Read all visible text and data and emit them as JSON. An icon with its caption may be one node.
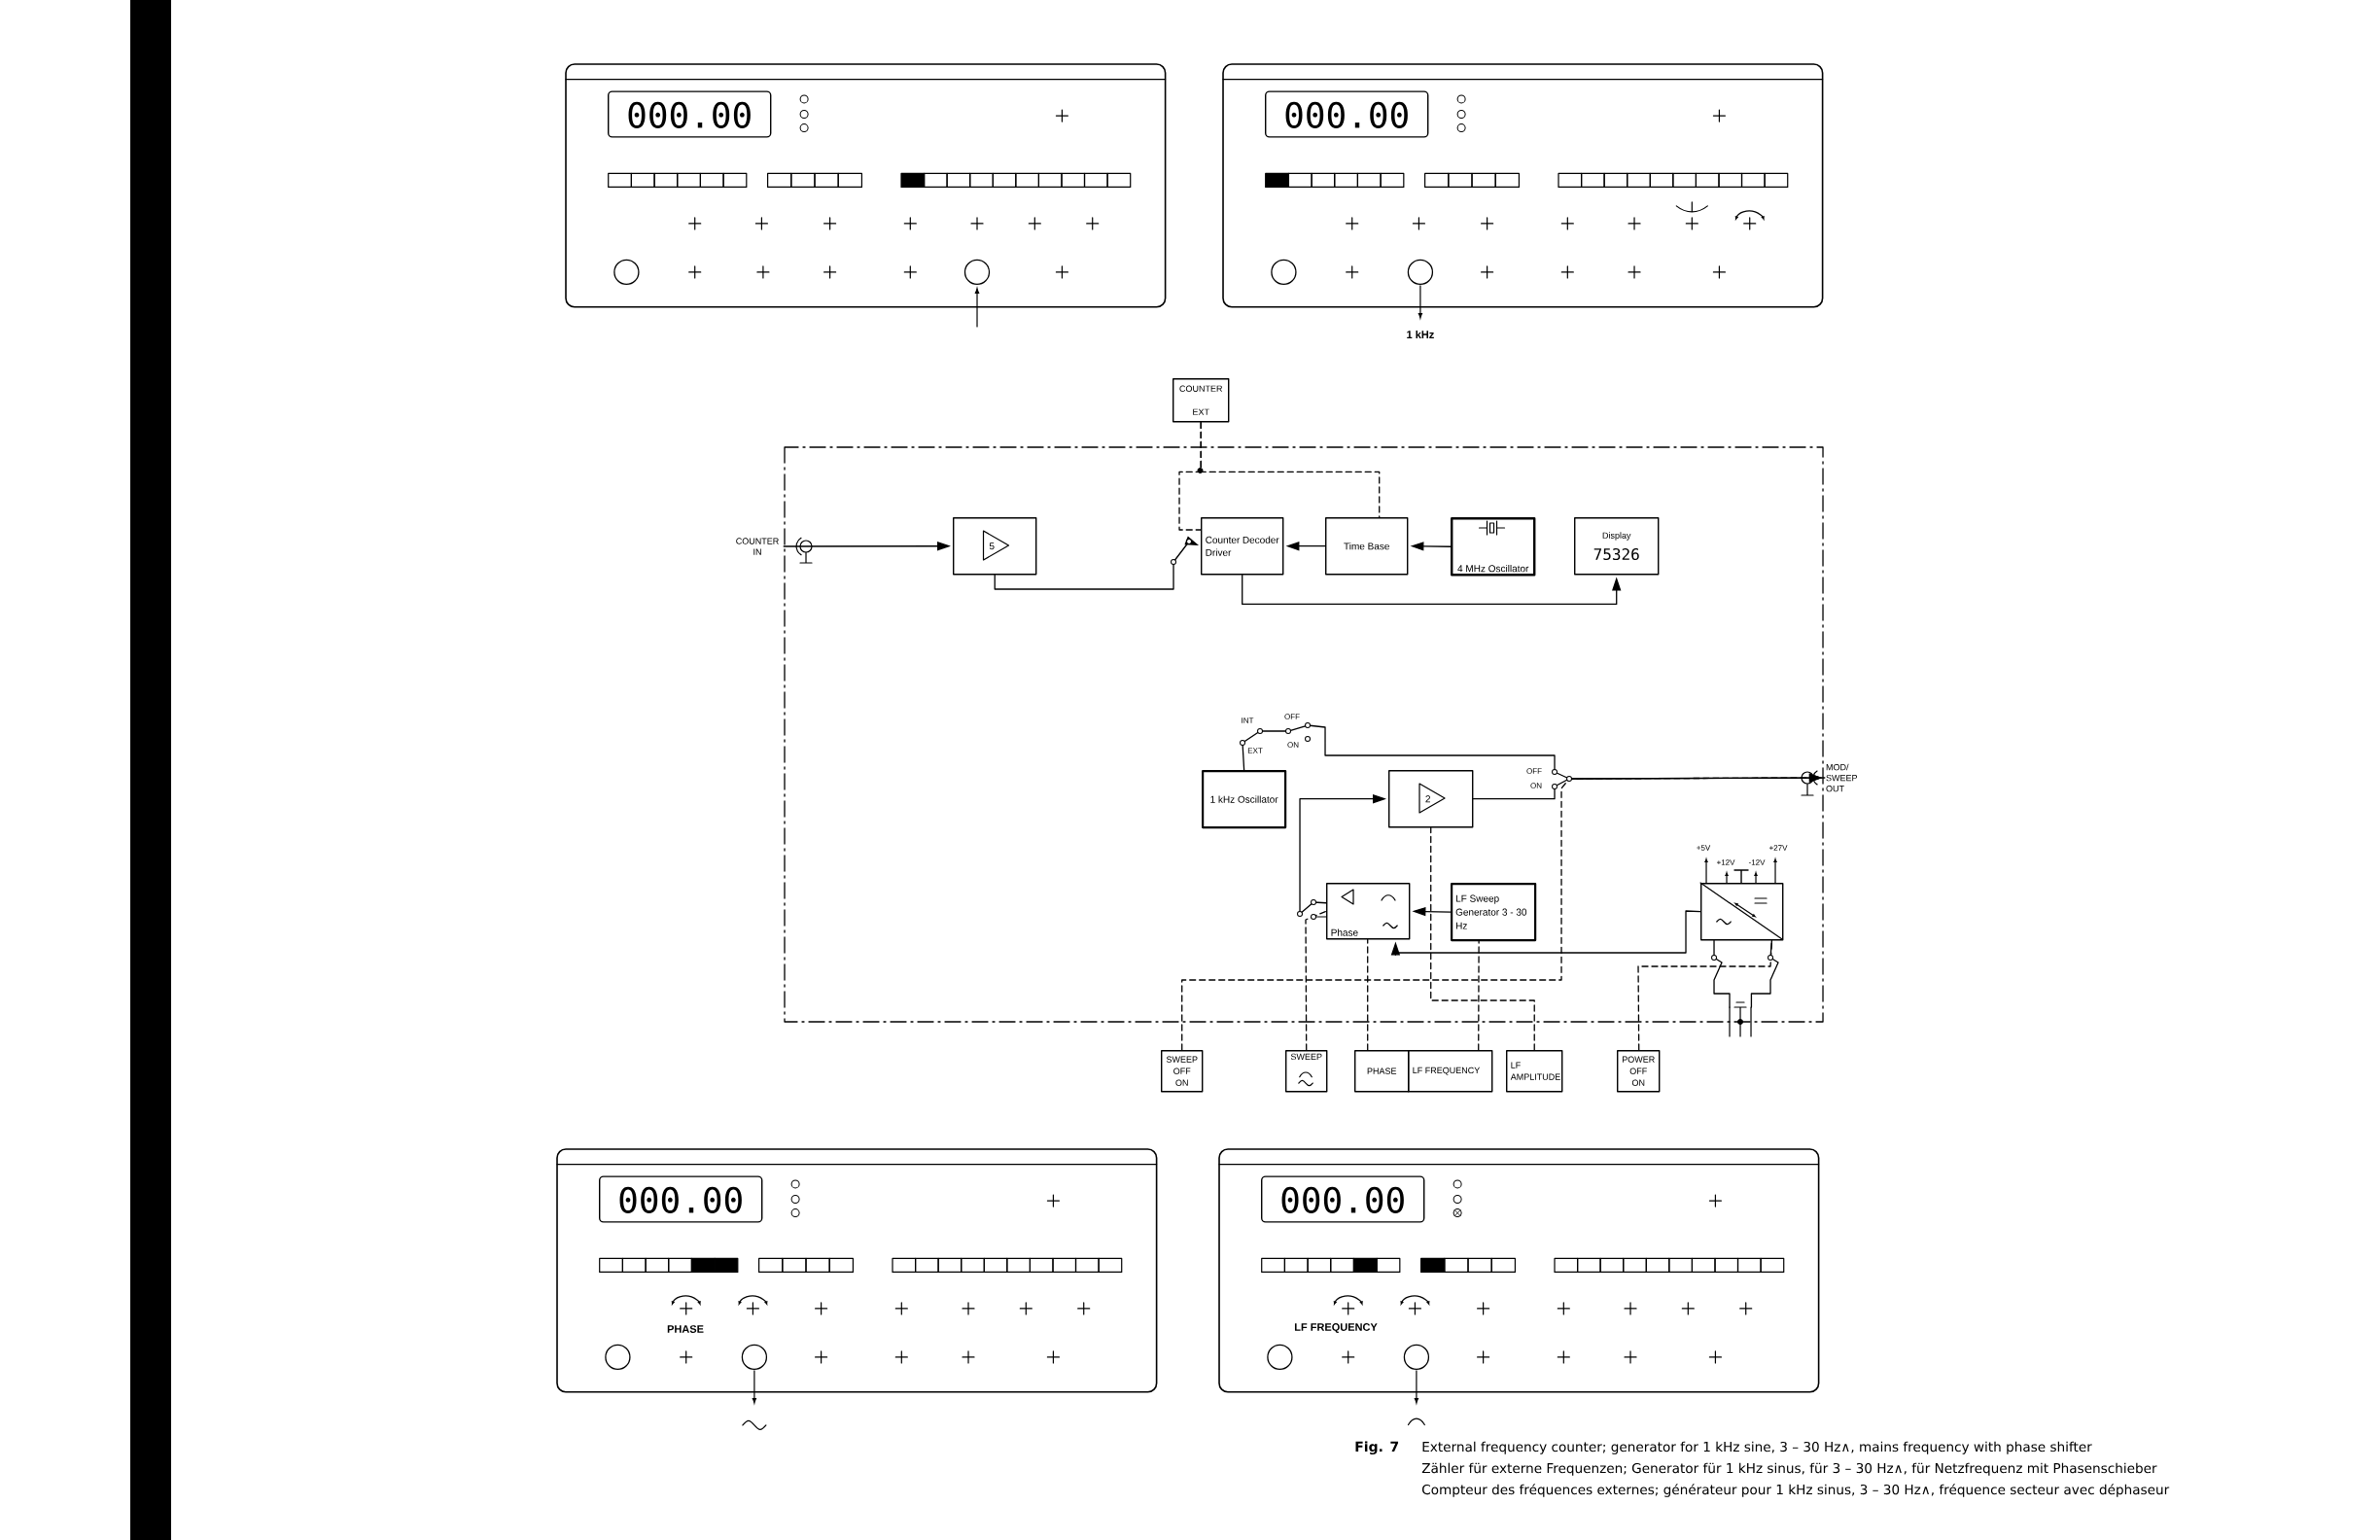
{
  "diagram": {
    "nodes": [
      {
        "text": [
          "COUNTER EXT"
        ]
      },
      {
        "text": [
          "5"
        ]
      },
      {
        "text": [
          "Counter Decoder Driver"
        ]
      },
      {
        "text": [
          "Time Base"
        ]
      },
      {
        "text": [
          "4 MHz Oscillator"
        ]
      },
      {
        "text": [
          "Display",
          "75326"
        ]
      },
      {
        "text": [
          "COUNTER IN"
        ]
      },
      {
        "text": [
          "1 kHz Oscillator"
        ]
      },
      {
        "text": [
          "2"
        ]
      },
      {
        "text": [
          "Phase"
        ]
      },
      {
        "text": [
          "LF Sweep Generator 3 - 30 Hz"
        ]
      },
      {
        "text": [],
        "shape": "box"
      },
      {
        "text": [
          "MOD/ SWEEP OUT"
        ]
      },
      {
        "text": [
          "SWEEP OFF ON"
        ]
      },
      {
        "text": [
          "SWEEP"
        ]
      },
      {
        "text": [
          "PHASE"
        ]
      },
      {
        "text": [
          "LF FREQUENCY"
        ]
      },
      {
        "text": [
          "LF AMPLITUDE"
        ]
      },
      {
        "text": [
          "POWER OFF ON"
        ]
      },
      {
        "text": [],
        "shape": "plug"
      }
    ],
    "edges": [
      {
        "from": 6,
        "to": 1,
        "arrow": "to"
      },
      {
        "from": 1,
        "to": 2,
        "arrow": "to"
      },
      {
        "from": 3,
        "to": 2,
        "arrow": "to"
      },
      {
        "from": 4,
        "to": 3,
        "arrow": "to"
      },
      {
        "from": 2,
        "to": 5,
        "arrow": "to"
      },
      {
        "from": 0,
        "to": 2,
        "arrow": "none",
        "style": "dashed"
      },
      {
        "from": 0,
        "to": 3,
        "arrow": "none",
        "style": "dashed"
      },
      {
        "from": 7,
        "to": 12,
        "arrow": "to"
      },
      {
        "from": 8,
        "to": 12,
        "arrow": "to"
      },
      {
        "from": 9,
        "to": 8,
        "arrow": "to"
      },
      {
        "from": 10,
        "to": 9,
        "arrow": "to"
      },
      {
        "from": 11,
        "to": 9,
        "arrow": "to"
      },
      {
        "from": 13,
        "to": 12,
        "arrow": "none",
        "style": "dashed"
      },
      {
        "from": 14,
        "to": 9,
        "arrow": "none",
        "style": "dashed"
      },
      {
        "from": 15,
        "to": 9,
        "arrow": "none",
        "style": "dashed"
      },
      {
        "from": 16,
        "to": 10,
        "arrow": "none",
        "style": "dashed"
      },
      {
        "from": 17,
        "to": 8,
        "arrow": "none",
        "style": "dashed"
      },
      {
        "from": 18,
        "to": 11,
        "arrow": "none",
        "style": "dashed"
      },
      {
        "from": 11,
        "to": 19,
        "arrow": "none"
      },
      {
        "from": 11,
        "to": 19,
        "arrow": "none"
      }
    ],
    "labels": [
      "000.00",
      "000.00",
      "1 kHz",
      "INT",
      "EXT",
      "OFF",
      "ON",
      "OFF",
      "ON",
      "+5V",
      "+12V",
      "-12V",
      "+27V",
      "000.00",
      "000.00",
      "PHASE",
      "LF FREQUENCY",
      "Fig. 7",
      "External frequency counter; generator for 1 kHz sine, 3 – 30 Hz∧, mains frequency with phase shifter",
      "Zähler für externe Frequenzen; Generator für 1 kHz sinus, für 3 – 30 Hz∧, für Netzfrequenz mit Phasenschieber",
      "Compteur des fréquences externes; générateur pour 1 kHz sinus, 3 – 30 Hz∧, fréquence secteur avec déphaseur"
    ]
  }
}
